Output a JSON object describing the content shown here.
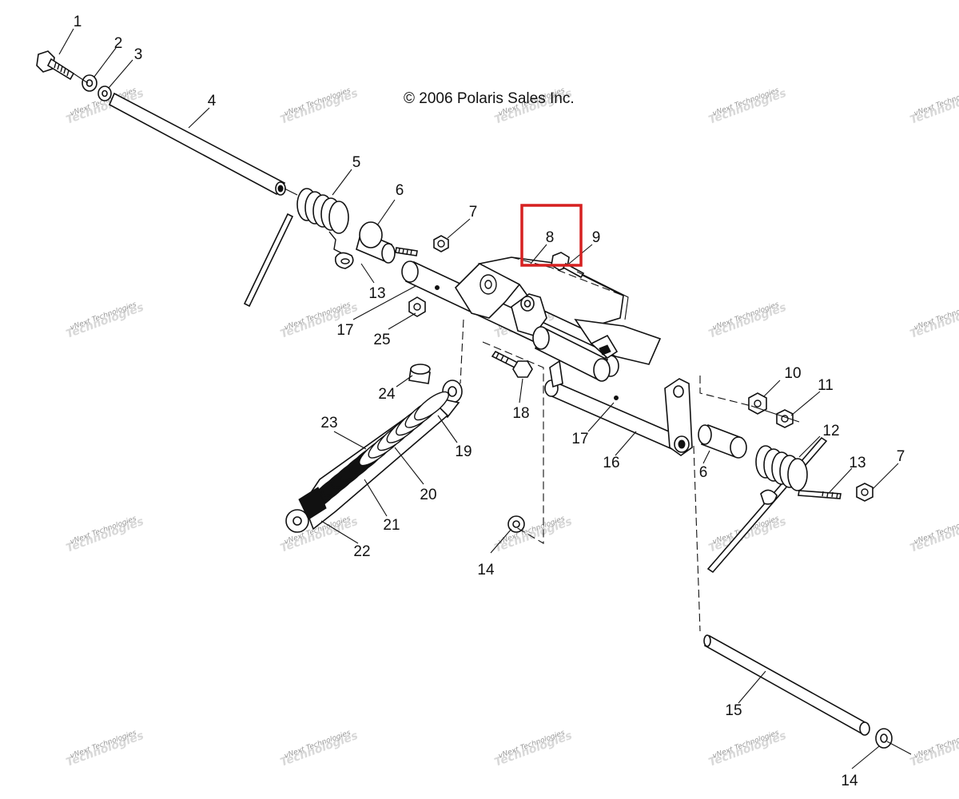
{
  "copyright": "© 2006 Polaris Sales Inc.",
  "watermark": {
    "line1": "vNext Technologies",
    "line2": "Technologies"
  },
  "highlight": {
    "target": "8",
    "color": "#d62020"
  },
  "callouts": [
    {
      "id": "c1",
      "text": "1"
    },
    {
      "id": "c2",
      "text": "2"
    },
    {
      "id": "c3",
      "text": "3"
    },
    {
      "id": "c4",
      "text": "4"
    },
    {
      "id": "c5",
      "text": "5"
    },
    {
      "id": "c6a",
      "text": "6"
    },
    {
      "id": "c7a",
      "text": "7"
    },
    {
      "id": "c8",
      "text": "8"
    },
    {
      "id": "c9",
      "text": "9"
    },
    {
      "id": "c13a",
      "text": "13"
    },
    {
      "id": "c17a",
      "text": "17"
    },
    {
      "id": "c25",
      "text": "25"
    },
    {
      "id": "c24",
      "text": "24"
    },
    {
      "id": "c18",
      "text": "18"
    },
    {
      "id": "c23",
      "text": "23"
    },
    {
      "id": "c19",
      "text": "19"
    },
    {
      "id": "c20",
      "text": "20"
    },
    {
      "id": "c21",
      "text": "21"
    },
    {
      "id": "c22",
      "text": "22"
    },
    {
      "id": "c10",
      "text": "10"
    },
    {
      "id": "c11",
      "text": "11"
    },
    {
      "id": "c12",
      "text": "12"
    },
    {
      "id": "c17b",
      "text": "17"
    },
    {
      "id": "c16",
      "text": "16"
    },
    {
      "id": "c6b",
      "text": "6"
    },
    {
      "id": "c13b",
      "text": "13"
    },
    {
      "id": "c7b",
      "text": "7"
    },
    {
      "id": "c14a",
      "text": "14"
    },
    {
      "id": "c15",
      "text": "15"
    },
    {
      "id": "c14b",
      "text": "14"
    }
  ]
}
